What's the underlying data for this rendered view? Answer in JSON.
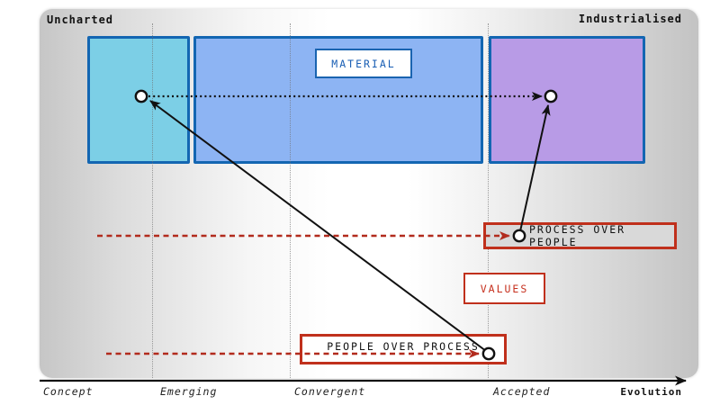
{
  "map": {
    "top_left_label": "Uncharted",
    "top_right_label": "Industrialised",
    "material_label": "MATERIAL",
    "values_label": "VALUES",
    "process_over_people_label": "PROCESS OVER PEOPLE",
    "people_over_process_label": "PEOPLE OVER PROCESS"
  },
  "axis": {
    "stages": [
      "Concept",
      "Emerging",
      "Convergent",
      "Accepted"
    ],
    "evolution_label": "Evolution"
  },
  "colors": {
    "uncharted_region_fill": "#7ccfe6",
    "transitional_region_fill": "#8db4f3",
    "industrialised_region_fill": "#b89be6",
    "region_border": "#1366b2",
    "material_text": "#1a5fb4",
    "red_accent": "#c0301c",
    "red_dash": "#b22b1d"
  },
  "diagram": {
    "type": "wardley-map-evolution",
    "nodes": [
      {
        "id": "node-material-uncharted",
        "region": "uncharted",
        "near_stage": "Emerging"
      },
      {
        "id": "node-material-industrialised",
        "region": "industrialised",
        "near_stage": "Accepted"
      },
      {
        "id": "node-process-over-people",
        "attached_to": "PROCESS OVER PEOPLE",
        "near_stage": "Accepted"
      },
      {
        "id": "node-people-over-process",
        "attached_to": "PEOPLE OVER PROCESS",
        "near_stage": "Accepted"
      }
    ],
    "edges": [
      {
        "from": "node-material-uncharted",
        "to": "node-material-industrialised",
        "style": "black-dotted-arrow"
      },
      {
        "from": "node-people-over-process",
        "to": "node-material-uncharted",
        "style": "black-solid-arrow"
      },
      {
        "from": "node-process-over-people",
        "to": "node-material-industrialised",
        "style": "black-solid-arrow"
      },
      {
        "from": "left-margin",
        "to": "node-process-over-people",
        "style": "red-dashed-arrow"
      },
      {
        "from": "left-margin",
        "to": "node-people-over-process",
        "style": "red-dashed-arrow"
      }
    ]
  }
}
